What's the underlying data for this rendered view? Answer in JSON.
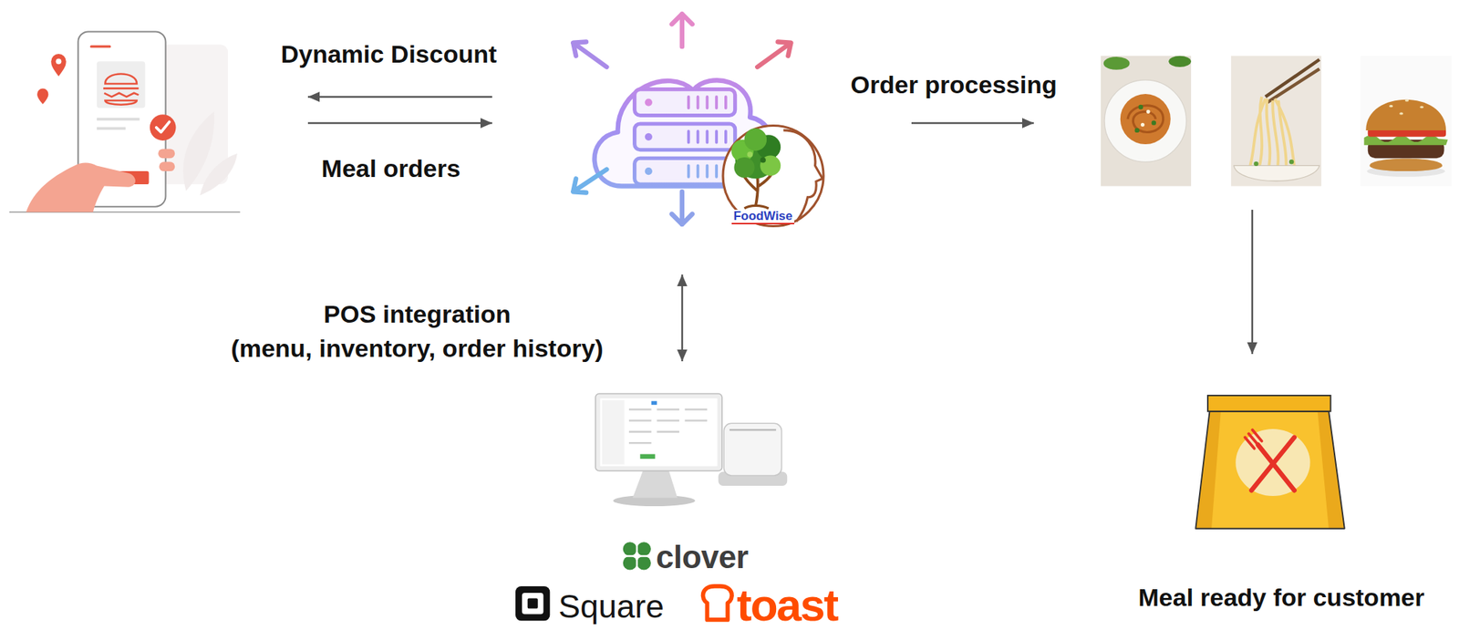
{
  "diagram": {
    "nodes": [
      {
        "text": []
      },
      {
        "text": [
          "FoodWise"
        ]
      },
      {
        "text": []
      },
      {
        "text": [
          "Meal ready for customer"
        ]
      },
      {
        "text": [
          "clover",
          "Square",
          "toast"
        ]
      }
    ],
    "edges": [
      {
        "from": 1,
        "to": 0,
        "label": "Dynamic Discount",
        "arrow": "to"
      },
      {
        "from": 0,
        "to": 1,
        "label": "Meal orders",
        "arrow": "to"
      },
      {
        "from": 1,
        "to": 2,
        "label": "Order processing",
        "arrow": "to"
      },
      {
        "from": 2,
        "to": 3,
        "arrow": "to"
      },
      {
        "from": 1,
        "to": 4,
        "label": "POS integration (menu, inventory, order history)",
        "arrow": "both"
      }
    ]
  }
}
